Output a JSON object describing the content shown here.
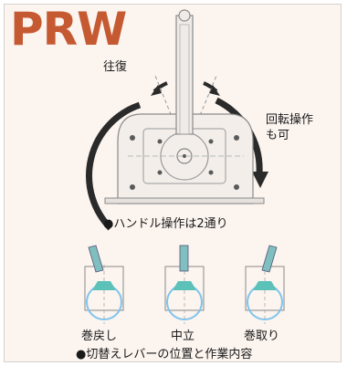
{
  "title": "PRW",
  "colors": {
    "title": "#c55a32",
    "arrow": "#2a2a2a",
    "accent_teal": "#5bc1b9",
    "accent_blue": "#7fc4ec",
    "panel_bg": "#fbf4ef",
    "line": "#9a9a9a"
  },
  "labels": {
    "reciprocate": "往復",
    "rotation_line1": "回転操作",
    "rotation_line2": "も可",
    "handle_caption": "●ハンドル操作は2通り",
    "switch_caption": "●切替えレバーの位置と作業内容"
  },
  "positions": [
    {
      "label": "巻戻し"
    },
    {
      "label": "中立"
    },
    {
      "label": "巻取り"
    }
  ]
}
